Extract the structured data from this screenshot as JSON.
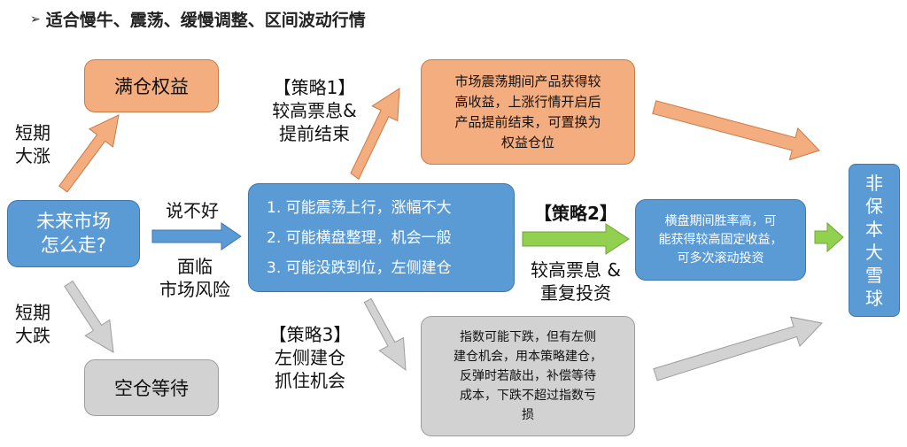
{
  "heading": "适合慢牛、震荡、缓慢调整、区间波动行情",
  "nodes": {
    "full_equity": "满仓权益",
    "future_market": "未来市场\n怎么走?",
    "empty_wait": "空仓等待",
    "scenarios": [
      "1. 可能震荡上行，涨幅不大",
      "2. 可能横盘整理，机会一般",
      "3. 可能没跌到位，左侧建仓"
    ],
    "s1_desc": "市场震荡期间产品获得较\n高收益，上涨行情开启后\n产品提前结束，可置换为\n权益仓位",
    "s2_desc": "横盘期间胜率高，可\n能获得较高固定收益，\n可多次滚动投资",
    "s3_desc": "指数可能下跌，但有左侧\n建仓机会，用本策略建仓，\n反弹时若敲出，补偿等待\n成本，下跌不超过指数亏\n损",
    "non_snowball": "非\n保\n本\n大\n雪\n球"
  },
  "labels": {
    "short_rise": "短期\n大涨",
    "short_fall": "短期\n大跌",
    "uncertain": "说不好",
    "risk": "面临\n市场风险",
    "strategy1": "【策略1】\n较高票息&\n提前结束",
    "strategy2_title": "【策略2】",
    "strategy2_sub": "较高票息 &\n重复投资",
    "strategy3": "【策略3】\n左侧建仓\n抓住机会"
  },
  "colors": {
    "orange": "#f4ad7f",
    "blue": "#5b9bd5",
    "gray": "#d2d2d2",
    "green": "#92d050"
  }
}
